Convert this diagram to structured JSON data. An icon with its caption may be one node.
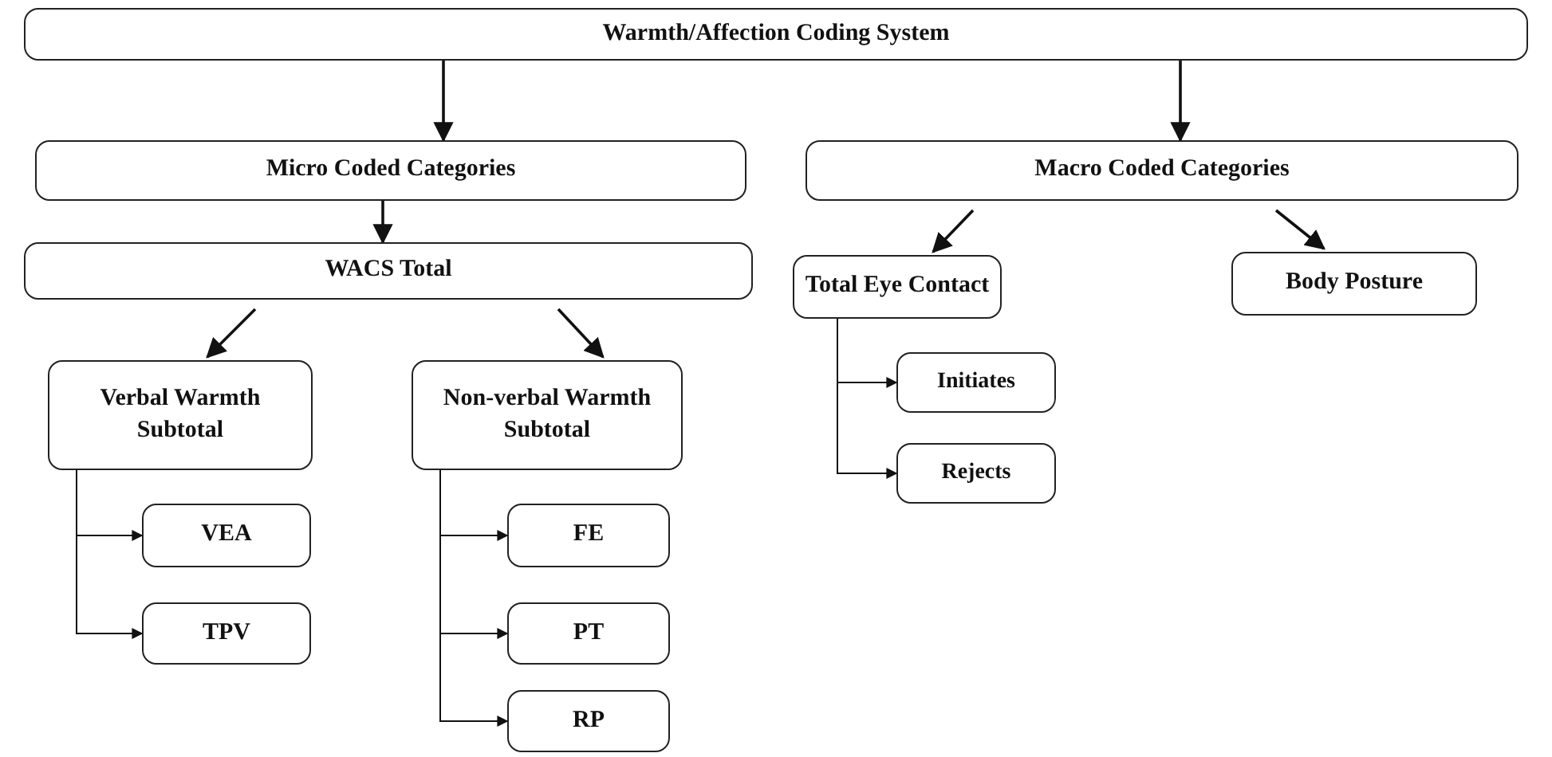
{
  "diagram": {
    "nodes": [
      {
        "text": [
          "Warmth/Affection Coding System"
        ]
      },
      {
        "text": [
          "Micro Coded Categories"
        ]
      },
      {
        "text": [
          "Macro Coded Categories"
        ]
      },
      {
        "text": [
          "WACS Total"
        ]
      },
      {
        "text": [
          "Total Eye Contact"
        ]
      },
      {
        "text": [
          "Body Posture"
        ]
      },
      {
        "text": [
          "Verbal Warmth Subtotal"
        ]
      },
      {
        "text": [
          "Non-verbal Warmth Subtotal"
        ]
      },
      {
        "text": [
          "VEA"
        ]
      },
      {
        "text": [
          "TPV"
        ]
      },
      {
        "text": [
          "FE"
        ]
      },
      {
        "text": [
          "PT"
        ]
      },
      {
        "text": [
          "RP"
        ]
      },
      {
        "text": [
          "Initiates"
        ]
      },
      {
        "text": [
          "Rejects"
        ]
      }
    ],
    "edges": [
      {
        "from": 0,
        "to": 1,
        "arrow": "to"
      },
      {
        "from": 0,
        "to": 2,
        "arrow": "to"
      },
      {
        "from": 1,
        "to": 3,
        "arrow": "to"
      },
      {
        "from": 3,
        "to": 6,
        "arrow": "to"
      },
      {
        "from": 3,
        "to": 7,
        "arrow": "to"
      },
      {
        "from": 2,
        "to": 4,
        "arrow": "to"
      },
      {
        "from": 2,
        "to": 5,
        "arrow": "to"
      },
      {
        "from": 6,
        "to": 8,
        "arrow": "to"
      },
      {
        "from": 6,
        "to": 9,
        "arrow": "to"
      },
      {
        "from": 7,
        "to": 10,
        "arrow": "to"
      },
      {
        "from": 7,
        "to": 11,
        "arrow": "to"
      },
      {
        "from": 7,
        "to": 12,
        "arrow": "to"
      },
      {
        "from": 4,
        "to": 13,
        "arrow": "to"
      },
      {
        "from": 4,
        "to": 14,
        "arrow": "to"
      }
    ]
  }
}
